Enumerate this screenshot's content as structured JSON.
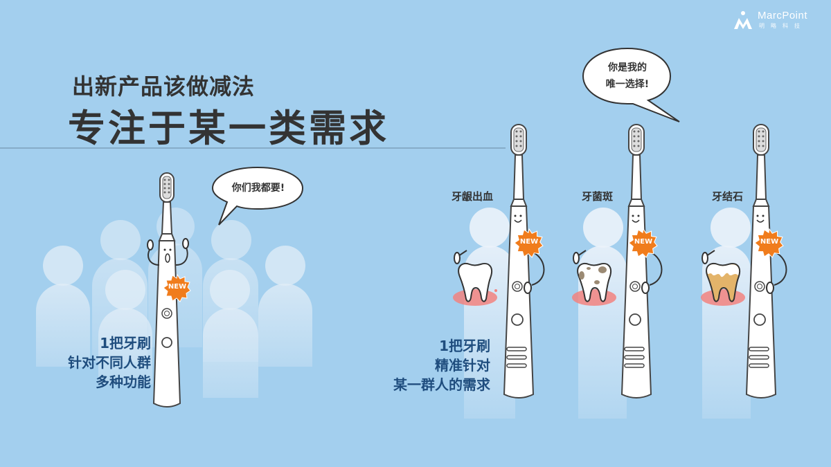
{
  "logo": {
    "name": "MarcPoint",
    "subtitle": "明略科技",
    "icon": "marcpoint-logo-icon"
  },
  "header": {
    "subtitle": "出新产品该做减法",
    "title": "专注于某一类需求"
  },
  "left_panel": {
    "speech_bubble": "你们我都要!",
    "badge": "NEW",
    "caption": [
      "1把牙刷",
      "针对不同人群",
      "多种功能"
    ]
  },
  "right_panel": {
    "speech_bubble": [
      "你是我的",
      "唯一选择!"
    ],
    "caption": [
      "1把牙刷",
      "精准针对",
      "某一群人的需求"
    ],
    "products": [
      {
        "label": "牙龈出血",
        "badge": "NEW",
        "tooth": "bleeding-gum-tooth"
      },
      {
        "label": "牙菌斑",
        "badge": "NEW",
        "tooth": "plaque-tooth"
      },
      {
        "label": "牙结石",
        "badge": "NEW",
        "tooth": "tartar-tooth"
      }
    ]
  },
  "colors": {
    "background": "#a3cfee",
    "title_text": "#333333",
    "caption_text": "#1f4d7e",
    "badge": "#f07c1c",
    "gum": "#f2837f",
    "plaque": "#9b8a74",
    "tartar": "#e3b46a"
  }
}
